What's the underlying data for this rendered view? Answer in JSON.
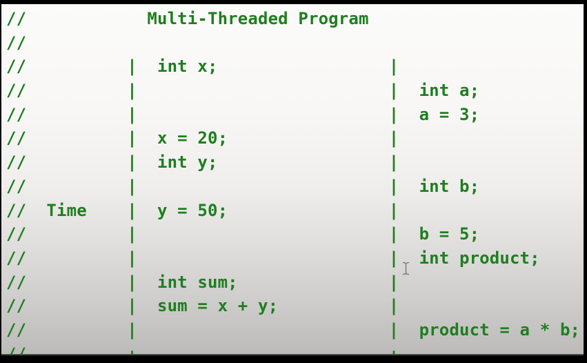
{
  "colors": {
    "text_green": "#1f7e1f",
    "background_top": "#fbfbfa",
    "background_bottom": "#bcbbb9",
    "frame_black": "#000000",
    "cursor_gray": "#808080"
  },
  "diagram": {
    "title": "Multi-Threaded Program",
    "comment_prefix": "//",
    "time_label": "Time",
    "arrow_symbol": "↓",
    "thread_left_statements": [
      "int x;",
      "x = 20;",
      "int y;",
      "y = 50;",
      "int sum;",
      "sum = x + y;"
    ],
    "thread_right_statements": [
      "int a;",
      "a = 3;",
      "int b;",
      "b = 5;",
      "int product;",
      "product = a * b;"
    ]
  },
  "code": {
    "lines": [
      "//            Multi-Threaded Program",
      "//",
      "//          |  int x;                 |",
      "//          |                         |  int a;",
      "//          |                         |  a = 3;",
      "//          |  x = 20;                |",
      "//          |  int y;                 |",
      "//          |                         |  int b;",
      "//  Time    |  y = 50;                |",
      "//          |                         |  b = 5;",
      "//          |                         |  int product;",
      "//          |  int sum;               |",
      "//          |  sum = x + y;           |",
      "//          |                         |  product = a * b;",
      "//          ↓                         ↓"
    ]
  },
  "cursor": {
    "icon": "i-beam-pointer"
  }
}
